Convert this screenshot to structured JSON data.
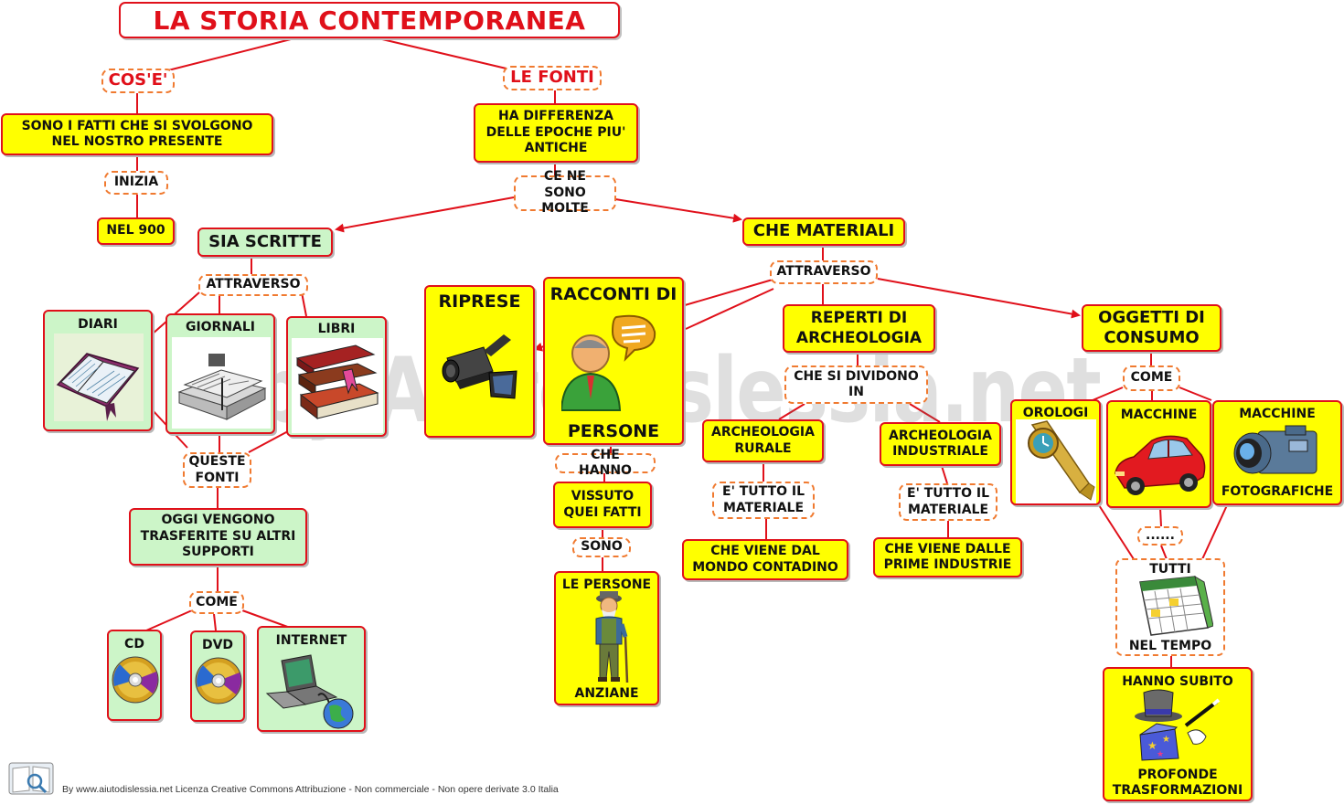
{
  "title": "LA STORIA CONTEMPORANEA",
  "nodes": {
    "cose": "COS'E'",
    "fatti": "SONO I FATTI CHE SI SVOLGONO NEL NOSTRO PRESENTE",
    "inizia": "INIZIA",
    "nel900": "NEL 900",
    "fonti": "LE FONTI",
    "differenza": "HA DIFFERENZA DELLE EPOCHE PIU' ANTICHE",
    "molte": "CE NE SONO MOLTE",
    "scritte": "SIA SCRITTE",
    "attraverso1": "ATTRAVERSO",
    "diari": "DIARI",
    "giornali": "GIORNALI",
    "libri": "LIBRI",
    "queste": "QUESTE FONTI",
    "oggi": "OGGI VENGONO TRASFERITE SU ALTRI SUPPORTI",
    "come1": "COME",
    "cd": "CD",
    "dvd": "DVD",
    "internet": "INTERNET",
    "materiali": "CHE MATERIALI",
    "attraverso2": "ATTRAVERSO",
    "riprese": "RIPRESE",
    "racconti_top": "RACCONTI DI",
    "racconti_bottom": "PERSONE",
    "chehanno": "CHE HANNO",
    "vissuto": "VISSUTO QUEI FATTI",
    "sono": "SONO",
    "lepersone": "LE PERSONE",
    "anziane": "ANZIANE",
    "reperti": "REPERTI DI ARCHEOLOGIA",
    "sidividono": "CHE SI DIVIDONO IN",
    "rurale": "ARCHEOLOGIA RURALE",
    "industriale": "ARCHEOLOGIA INDUSTRIALE",
    "tutto1": "E' TUTTO IL MATERIALE",
    "tutto2": "E' TUTTO IL MATERIALE",
    "contadino": "CHE VIENE DAL MONDO CONTADINO",
    "industrie": "CHE VIENE DALLE PRIME INDUSTRIE",
    "oggetti": "OGGETTI DI CONSUMO",
    "come2": "COME",
    "orologi": "OROLOGI",
    "macchine": "MACCHINE",
    "macchine_foto_top": "MACCHINE",
    "macchine_foto_bottom": "FOTOGRAFICHE",
    "dots": "......",
    "tutti": "TUTTI",
    "neltempo": "NEL TEMPO",
    "hanno_top": "HANNO SUBITO",
    "hanno_bottom": "PROFONDE TRASFORMAZIONI"
  },
  "watermark": "by AiutoDislessia.net",
  "footer": "By www.aiutodislessia.net Licenza Creative Commons Attribuzione - Non commerciale - Non opere derivate 3.0 Italia",
  "colors": {
    "box_yellow": "#ffff00",
    "box_green": "#ccf5c8",
    "border_red": "#e0101a",
    "dashed_orange": "#f07a30",
    "title_red": "#e0101a"
  },
  "icons": [
    "notebook-icon",
    "newspaper-icon",
    "books-icon",
    "cd-icon",
    "dvd-icon",
    "laptop-globe-icon",
    "video-camera-icon",
    "person-speech-icon",
    "old-man-icon",
    "wristwatch-icon",
    "red-car-icon",
    "photo-camera-icon",
    "calendar-icon",
    "magic-hat-icon"
  ]
}
